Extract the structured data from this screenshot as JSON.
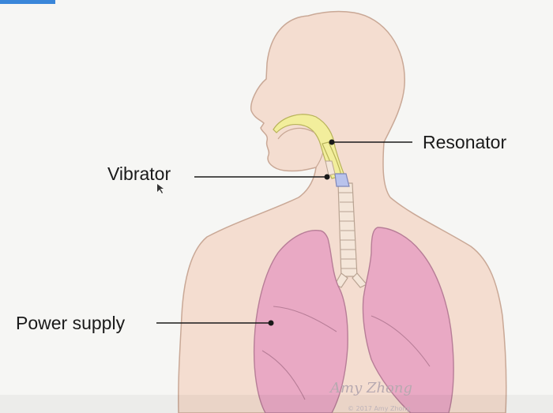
{
  "labels": {
    "resonator": "Resonator",
    "vibrator": "Vibrator",
    "power_supply": "Power supply"
  },
  "signature": {
    "name": "Amy Zhong",
    "copyright": "© 2017 Amy Zhong"
  },
  "colors": {
    "background": "#f6f6f4",
    "skin": "#f4ddd0",
    "skin_outline": "#c9a896",
    "lungs": "#e9a9c4",
    "lungs_outline": "#b77d97",
    "resonator_tract": "#f2ee9c",
    "larynx": "#b9c3ec",
    "trachea": "#f4e6d9",
    "leader_line": "#1a1a1a"
  }
}
